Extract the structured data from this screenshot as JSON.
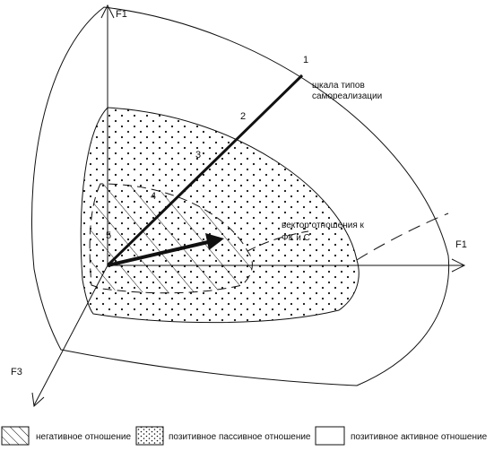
{
  "axes": {
    "f1_vertical": "F1",
    "f1_horizontal": "F1",
    "f3": "F3"
  },
  "scale_numbers": [
    "1",
    "2",
    "3",
    "4",
    "5"
  ],
  "annotations": {
    "scale_line1": "шкала типов",
    "scale_line2": "самореализации",
    "vector_line1": "вектор отношения к",
    "vector_line2": "ФК и С"
  },
  "legend": [
    {
      "label": "негативное отношение",
      "pattern": "hatch"
    },
    {
      "label": "позитивное пассивное отношение",
      "pattern": "dots"
    },
    {
      "label": "позитивное активное отношение",
      "pattern": "blank"
    }
  ],
  "colors": {
    "ink": "#111111",
    "background": "#ffffff"
  }
}
